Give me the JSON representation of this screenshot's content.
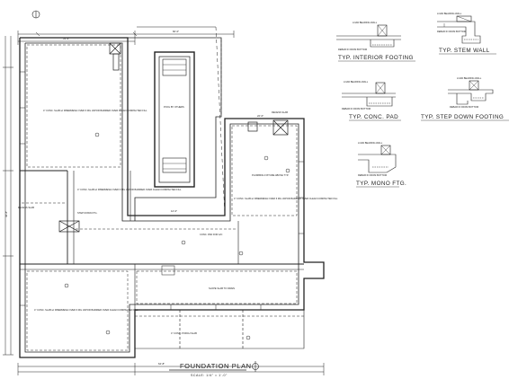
{
  "plan": {
    "title": "FOUNDATION PLAN",
    "scale": "SCALE: 1/4\" = 1'-0\"",
    "room_notes": [
      "4\" CONC. SLAB w/ FIBERMESH OVER 6 MIL VAPOR BARRIER OVER CLEAN COMPACTED FILL",
      "4\" CONC. SLAB w/ FIBERMESH OVER 6 MIL VAPOR BARRIER OVER CLEAN COMPACTED FILL",
      "4\" CONC. SLAB w/ FIBERMESH OVER 6 MIL VAPOR BARRIER OVER CLEAN COMPACTED FILL",
      "4\" CONC. SLAB w/ FIBERMESH OVER 6 MIL VAPOR BARRIER OVER CLEAN COMPACTED FILL"
    ],
    "small_notes": {
      "pool": "POOL BY OTHERS",
      "plumbing": "PLUMBING FIXTURE ABOVE TYP.",
      "recess_1": "RECESS SLAB",
      "recess_2": "RECESS SLAB",
      "pad": "CONC. PAD FOR A/C",
      "slope": "SLOPE SLAB TO DRAIN",
      "step": "STEP DOWN FTG.",
      "porch": "4\" CONC. PORCH SLAB"
    },
    "dims": {
      "top_overall": "60'-0\"",
      "bottom_overall": "64'-8\"",
      "garage_width": "31'-4\"",
      "right_width": "22'-0\"",
      "left_height": "44'-8\"",
      "mid_span": "12'-0\""
    }
  },
  "details": [
    {
      "title": "TYP. INTERIOR FOOTING",
      "notes": [
        "LOAD BEARING WALL",
        "REBAR IF FROM BOTTOM"
      ]
    },
    {
      "title": "TYP. STEM WALL",
      "notes": [
        "LOAD BEARING WALL",
        "REBAR IF FROM BOTTOM"
      ]
    },
    {
      "title": "TYP. CONC. PAD",
      "notes": [
        "LOAD BEARING WALL",
        "REBAR IF FROM BOTTOM"
      ]
    },
    {
      "title": "TYP. STEP DOWN FOOTING",
      "notes": [
        "LOAD BEARING WALL",
        "REBAR IF FROM BOTTOM"
      ]
    },
    {
      "title": "TYP. MONO FTG.",
      "notes": [
        "LOAD BEARING WALL",
        "REBAR IF FROM BOTTOM"
      ]
    }
  ]
}
